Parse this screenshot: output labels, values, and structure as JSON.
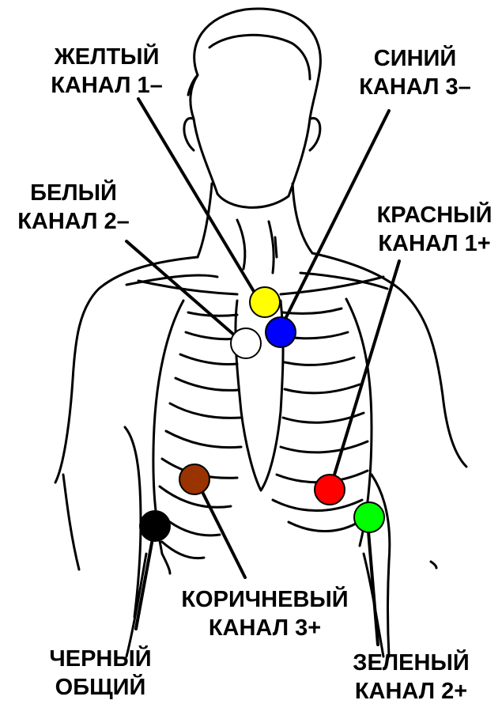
{
  "colors": {
    "line": "#000000",
    "background": "#ffffff",
    "yellow": "#ffff00",
    "blue": "#0000ff",
    "white": "#ffffff",
    "red": "#ff0000",
    "green": "#00ff00",
    "brown": "#993300",
    "black": "#000000"
  },
  "electrodes": [
    {
      "id": "yellow",
      "color_name": "ЖЕЛТЫЙ",
      "channel": "КАНАЛ 1–"
    },
    {
      "id": "blue",
      "color_name": "СИНИЙ",
      "channel": "КАНАЛ 3–"
    },
    {
      "id": "white",
      "color_name": "БЕЛЫЙ",
      "channel": "КАНАЛ 2–"
    },
    {
      "id": "red",
      "color_name": "КРАСНЫЙ",
      "channel": "КАНАЛ 1+"
    },
    {
      "id": "brown",
      "color_name": "КОРИЧНЕВЫЙ",
      "channel": "КАНАЛ 3+"
    },
    {
      "id": "black",
      "color_name": "ЧЕРНЫЙ",
      "channel": "ОБЩИЙ"
    },
    {
      "id": "green",
      "color_name": "ЗЕЛЕНЫЙ",
      "channel": "КАНАЛ 2+"
    }
  ]
}
